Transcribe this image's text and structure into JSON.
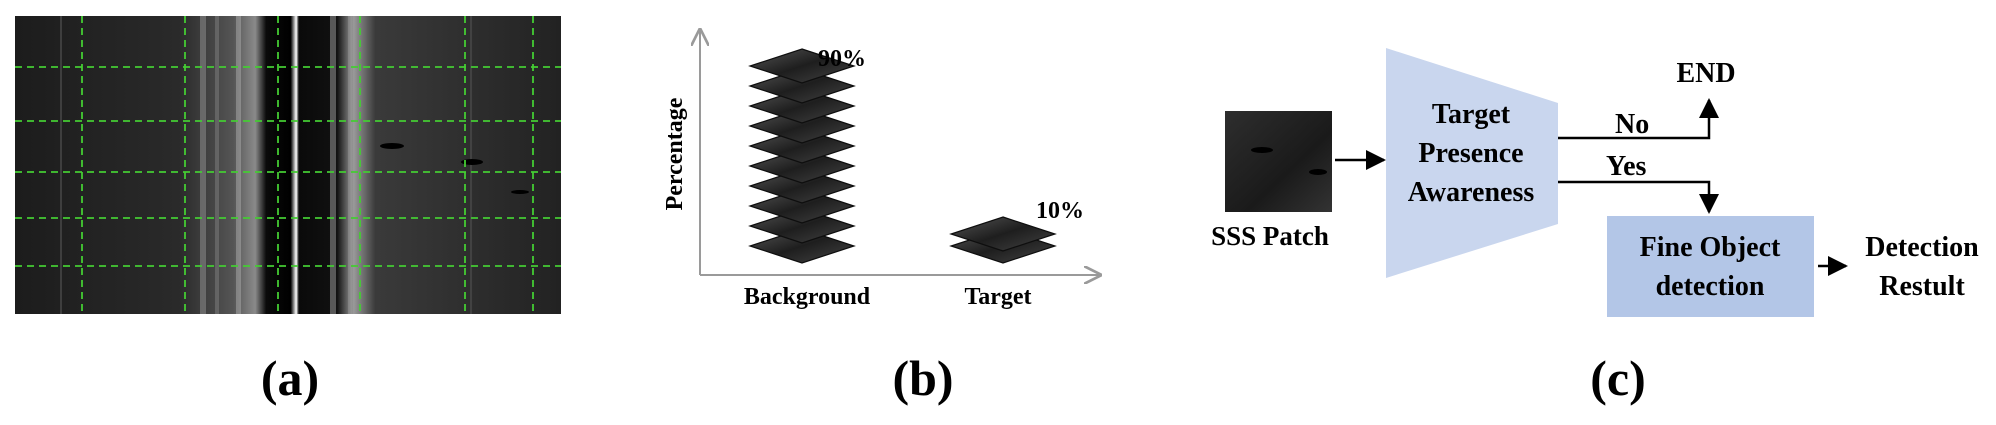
{
  "panel_a": {
    "caption": "(a)",
    "grid_color": "#44cc33"
  },
  "panel_b": {
    "caption": "(b)",
    "y_axis_label": "Percentage",
    "categories": [
      "Background",
      "Target"
    ],
    "percent_labels": [
      "90%",
      "10%"
    ],
    "chart_data": {
      "type": "bar",
      "categories": [
        "Background",
        "Target"
      ],
      "values": [
        90,
        10
      ],
      "ylabel": "Percentage"
    }
  },
  "panel_c": {
    "caption": "(c)",
    "input_label": "SSS Patch",
    "awareness_lines": [
      "Target",
      "Presence",
      "Awareness"
    ],
    "branch_no": "No",
    "branch_yes": "Yes",
    "end_label": "END",
    "detection_lines": [
      "Fine Object",
      "detection"
    ],
    "result_lines": [
      "Detection",
      "Restult"
    ],
    "awareness_fill": "#c9d6ee",
    "detection_fill": "#b3c6e7"
  }
}
